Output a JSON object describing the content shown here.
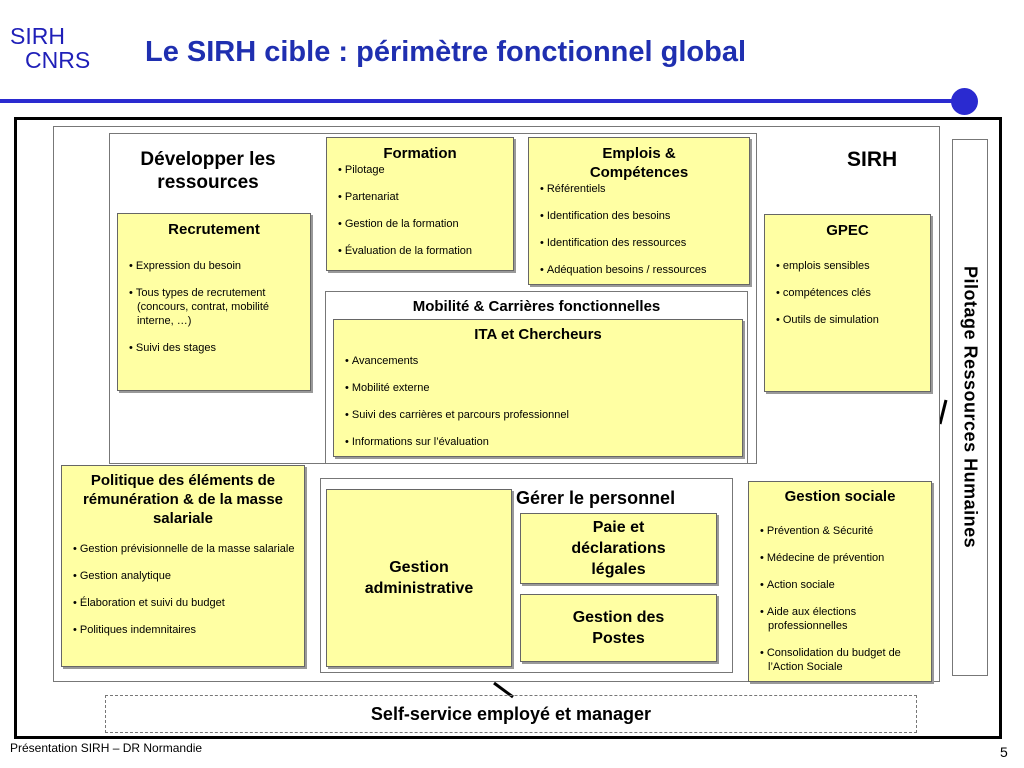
{
  "logo": {
    "line1": "SIRH",
    "line2": "CNRS"
  },
  "title": "Le SIRH cible : périmètre fonctionnel global",
  "sirh_label": "SIRH",
  "developper": "Développer les ressources",
  "gerer": "Gérer le personnel",
  "pilotage": "Pilotage Ressources Humaines",
  "formation": {
    "title": "Formation",
    "items": [
      "Pilotage",
      "Partenariat",
      "Gestion de la formation",
      "Évaluation de la formation"
    ]
  },
  "emplois": {
    "title": "Emplois & Compétences",
    "items": [
      "Référentiels",
      "Identification des besoins",
      "Identification des ressources",
      "Adéquation besoins / ressources"
    ]
  },
  "recrutement": {
    "title": "Recrutement",
    "items": [
      "Expression du besoin",
      "Tous types de recrutement (concours, contrat, mobilité interne, …)",
      "Suivi des stages"
    ]
  },
  "gpec": {
    "title": "GPEC",
    "items": [
      "emplois sensibles",
      "compétences clés",
      "Outils de simulation"
    ]
  },
  "mobilite": {
    "title": "Mobilité & Carrières fonctionnelles"
  },
  "ita": {
    "title": "ITA et Chercheurs",
    "items": [
      "Avancements",
      "Mobilité externe",
      "Suivi des carrières et parcours professionnel",
      "Informations sur l’évaluation"
    ]
  },
  "politique": {
    "title": "Politique des éléments de rémunération & de la masse salariale",
    "items": [
      "Gestion prévisionnelle de la masse salariale",
      "Gestion analytique",
      "Élaboration et suivi du budget",
      "Politiques indemnitaires"
    ]
  },
  "gestion_admin": "Gestion administrative",
  "paie": "Paie et déclarations légales",
  "postes": "Gestion des Postes",
  "sociale": {
    "title": "Gestion sociale",
    "items": [
      "Prévention & Sécurité",
      "Médecine de prévention",
      "Action sociale",
      "Aide aux élections professionnelles",
      "Consolidation du budget de l’Action Sociale"
    ]
  },
  "selfservice": "Self-service employé et manager",
  "footer": "Présentation SIRH – DR Normandie",
  "page_number": "5",
  "colors": {
    "accent": "#2a2ad0",
    "title": "#1f2fb0",
    "box_fill": "#ffffa3"
  }
}
